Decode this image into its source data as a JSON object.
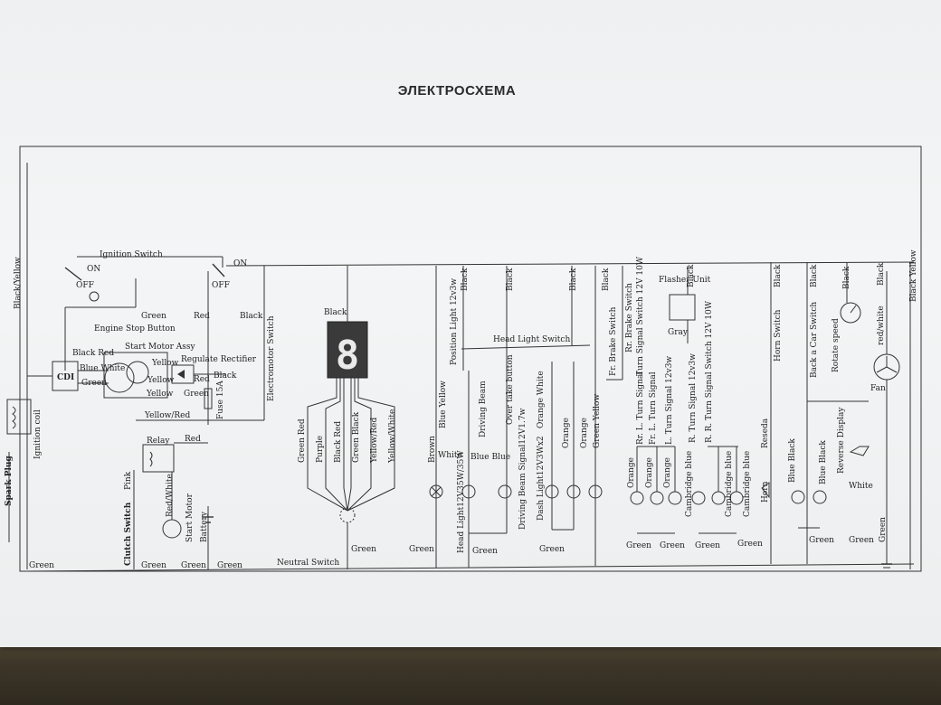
{
  "title": "ЭЛЕКТРОСХЕМА",
  "labels": {
    "black_yellow_left": "Black/Yellow",
    "ignition_coil": "Ignition coil",
    "spark_plug": "Spark Plug",
    "ignition_switch": "Ignition Switch",
    "on1": "ON",
    "off1": "OFF",
    "on2": "ON",
    "off2": "OFF",
    "green_estop": "Green",
    "engine_stop": "Engine Stop Button",
    "red1": "Red",
    "black1": "Black",
    "black_red": "Black Red",
    "start_motor_assy": "Start Motor Assy",
    "cdi": "CDI",
    "blue_white": "Blue White",
    "green_cdi": "Green",
    "yellow1": "Yellow",
    "yellow2": "Yellow",
    "yellow3": "Yellow",
    "regulate_rectifier": "Regulate Rectifier",
    "red2": "Red",
    "black2": "Black",
    "green_reg": "Green",
    "fuse": "Fuse 15A",
    "electromotor_switch": "Electromotor Switch",
    "yellow_red": "Yellow/Red",
    "relay": "Relay",
    "red_relay": "Red",
    "pink": "Pink",
    "clutch_switch": "Clutch Switch",
    "red_white": "Red/White",
    "start_motor": "Start Motor",
    "battery": "Battery",
    "green_b1": "Green",
    "green_b2": "Green",
    "green_b3": "Green",
    "green_b4": "Green",
    "neutral_switch": "Neutral Switch",
    "black_display": "Black",
    "green_red": "Green Red",
    "purple": "Purple",
    "black_red2": "Black Red",
    "green_black": "Green Black",
    "yellow_red2": "Yellow/Red",
    "yellow_white": "Yellow/White",
    "green_neutral": "Green",
    "green_head": "Green",
    "brown": "Brown",
    "blue_yellow": "Blue Yellow",
    "white_head": "White",
    "position_light": "Position Light 12v3w",
    "black_pos": "Black",
    "driving_beam": "Driving Beam",
    "blue_blue": "Blue Blue",
    "head_light": "Head Light12V35W/35W",
    "green_drive": "Green",
    "black_over": "Black",
    "over_take": "Over take button",
    "driving_beam_signal": "Driving Beam Signal12V1.7w",
    "head_light_switch": "Head Light Switch",
    "orange_white": "Orange White",
    "orange1": "Orange",
    "orange2": "Orange",
    "green_yellow": "Green Yellow",
    "dash_light": "Dash Light12V3Wx2",
    "green_dash": "Green",
    "black_fr": "Black",
    "fr_brake": "Fr. Brake Switch",
    "black_rr": "Black",
    "rr_brake": "Rr. Brake Switch",
    "turn_signal_switch": "Turn Signal Switch 12V 10W",
    "rr_l_turn": "Rr. L. Turn Signal",
    "fr_l_turn": "Fr. L. Turn Signal",
    "l_turn_signal": "L. Turn Signal 12v3w",
    "flasher_unit": "Flasher Unit",
    "black_flasher": "Black",
    "gray": "Gray",
    "r_turn_signal": "R. Turn Signal 12v3w",
    "r_r_turn_switch": "R. R. Turn Signal Switch 12V 10W",
    "orange3": "Orange",
    "orange4": "Orange",
    "orange5": "Orange",
    "cambridge_blue1": "Cambridge blue",
    "cambridge_blue2": "Cambridge blue",
    "cambridge_blue3": "Cambridge blue",
    "green_t1": "Green",
    "green_t2": "Green",
    "green_t3": "Green",
    "green_t4": "Green",
    "black_horn": "Black",
    "horn_switch": "Horn Switch",
    "reseda": "Reseda",
    "horn": "Horn",
    "black_back": "Black",
    "back_car_switch": "Back a Car Switch",
    "blue_black1": "Blue Black",
    "blue_black2": "Blue Black",
    "green_rev": "Green",
    "black_rotate": "Black",
    "rotate_speed": "Rotate speed",
    "reverse_display": "Reverse Display",
    "white_rev": "White",
    "green_rev2": "Green",
    "black_fan": "Black",
    "red_white_fan": "red/white",
    "fan": "Fan",
    "black_yellow_right": "Black Yellow",
    "green_right": "Green"
  },
  "display": {
    "digit": "8"
  },
  "colors": {
    "paper": "#f1f2f3",
    "ink": "#222222",
    "background": "#3e3628"
  }
}
